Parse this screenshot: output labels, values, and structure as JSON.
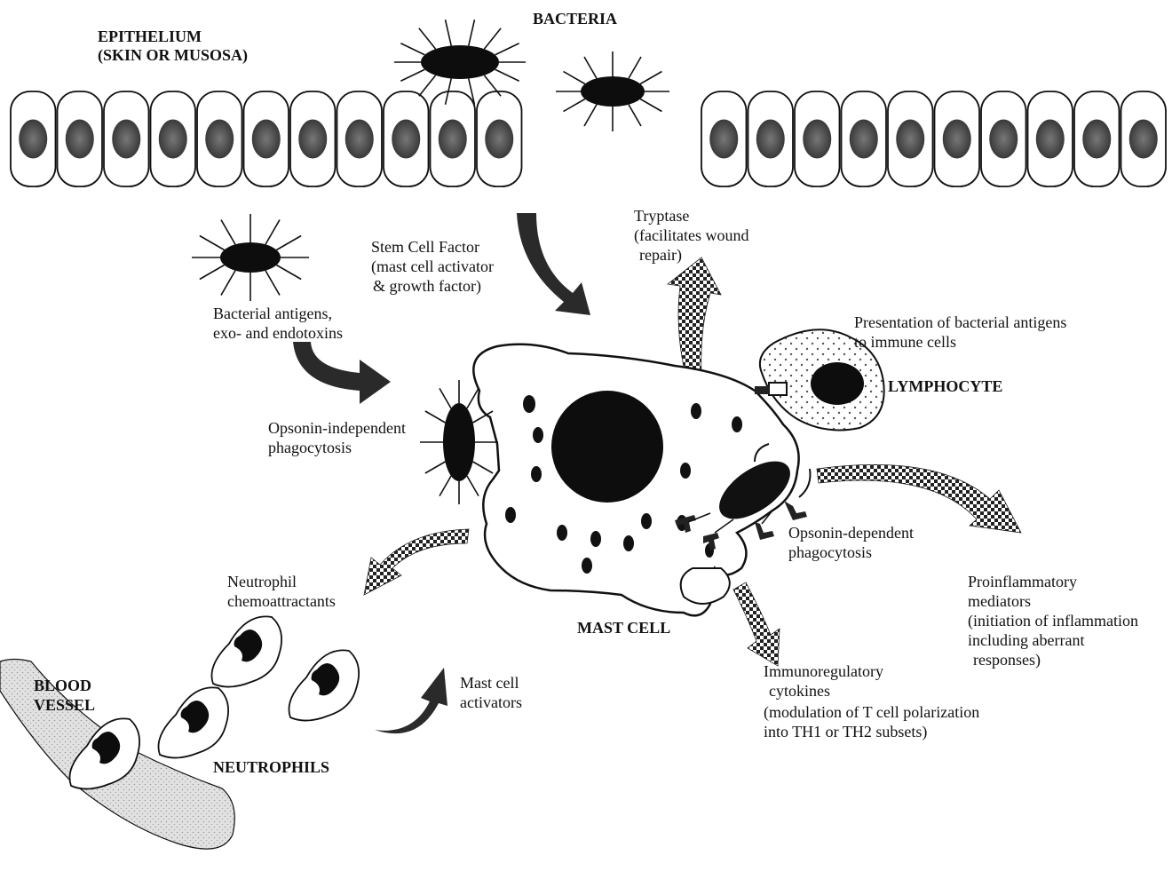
{
  "labels": {
    "epithelium": [
      "EPITHELIUM",
      "(SKIN OR MUSOSA)"
    ],
    "bacteria": "BACTERIA",
    "stem_cell_factor": [
      "Stem Cell Factor",
      "(mast cell activator",
      "& growth factor)"
    ],
    "tryptase": [
      "Tryptase",
      "(facilitates wound",
      "repair)"
    ],
    "bacterial_antigens": [
      "Bacterial antigens,",
      "exo- and endotoxins"
    ],
    "presentation": [
      "Presentation of bacterial antigens",
      "to immune cells"
    ],
    "lymphocyte": "LYMPHOCYTE",
    "opsonin_independent": [
      "Opsonin-independent",
      "phagocytosis"
    ],
    "opsonin_dependent": [
      "Opsonin-dependent",
      "phagocytosis"
    ],
    "neutrophil_chemo": [
      "Neutrophil",
      "chemoattractants"
    ],
    "mast_cell": "MAST CELL",
    "proinflammatory": [
      "Proinflammatory",
      "mediators",
      "(initiation of inflammation",
      "including aberrant",
      "responses)"
    ],
    "immunoregulatory": [
      "Immunoregulatory",
      "cytokines",
      "(modulation of T cell  polarization",
      "into TH1 or TH2 subsets)"
    ],
    "blood_vessel": [
      "BLOOD",
      "VESSEL"
    ],
    "mast_cell_activators": [
      "Mast cell",
      "activators"
    ],
    "neutrophils": "NEUTROPHILS"
  },
  "colors": {
    "ink": "#111111",
    "arrow_dark": "#222222",
    "nucleus_gray": "#5a5a5a",
    "vessel_fill": "#e6e6e6"
  }
}
